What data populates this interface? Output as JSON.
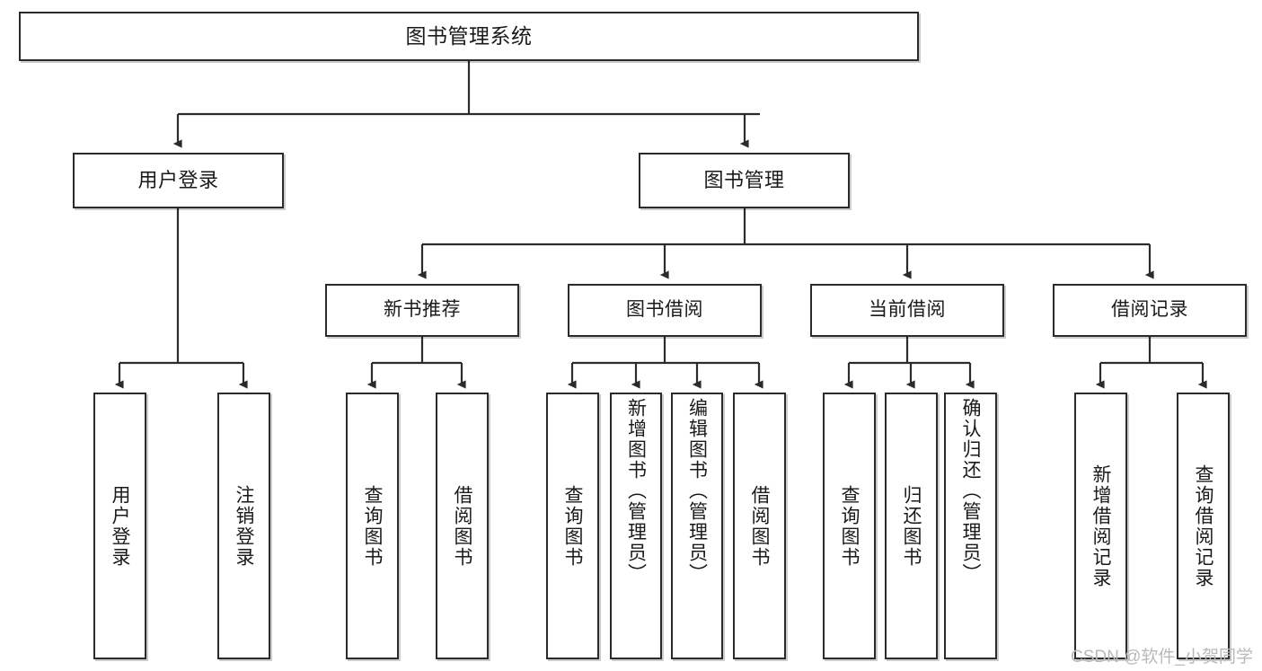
{
  "diagram": {
    "title": "图书管理系统",
    "type": "tree",
    "watermark": "CSDN @软件_小贺同学",
    "colors": {
      "box_border": "#2b2b2b",
      "box_fill": "#ffffff",
      "line": "#2b2b2b",
      "text": "#1a1a1a",
      "watermark": "#b9b9b9"
    },
    "nodes": {
      "root": {
        "label": "图书管理系统",
        "level": 1,
        "orientation": "horizontal"
      },
      "l2": [
        {
          "id": "user-login",
          "label": "用户登录",
          "level": 2,
          "orientation": "horizontal"
        },
        {
          "id": "book-manage",
          "label": "图书管理",
          "level": 2,
          "orientation": "horizontal"
        }
      ],
      "l3": [
        {
          "id": "new-book-recommend",
          "label": "新书推荐",
          "level": 3,
          "orientation": "horizontal"
        },
        {
          "id": "book-borrow",
          "label": "图书借阅",
          "level": 3,
          "orientation": "horizontal"
        },
        {
          "id": "current-borrow",
          "label": "当前借阅",
          "level": 3,
          "orientation": "horizontal"
        },
        {
          "id": "borrow-record",
          "label": "借阅记录",
          "level": 3,
          "orientation": "horizontal"
        }
      ],
      "leaves": [
        {
          "id": "leaf-user-login",
          "label": "用户登录",
          "parent": "user-login",
          "orientation": "vertical"
        },
        {
          "id": "leaf-logout",
          "label": "注销登录",
          "parent": "user-login",
          "orientation": "vertical"
        },
        {
          "id": "leaf-query-book-rec",
          "label": "查询图书",
          "parent": "new-book-recommend",
          "orientation": "vertical"
        },
        {
          "id": "leaf-borrow-book-rec",
          "label": "借阅图书",
          "parent": "new-book-recommend",
          "orientation": "vertical"
        },
        {
          "id": "leaf-query-book-borrow",
          "label": "查询图书",
          "parent": "book-borrow",
          "orientation": "vertical"
        },
        {
          "id": "leaf-add-book-admin",
          "label": "新增图书（管理员）",
          "parent": "book-borrow",
          "orientation": "vertical"
        },
        {
          "id": "leaf-edit-book-admin",
          "label": "编辑图书（管理员）",
          "parent": "book-borrow",
          "orientation": "vertical"
        },
        {
          "id": "leaf-borrow-book",
          "label": "借阅图书",
          "parent": "book-borrow",
          "orientation": "vertical"
        },
        {
          "id": "leaf-query-book-current",
          "label": "查询图书",
          "parent": "current-borrow",
          "orientation": "vertical"
        },
        {
          "id": "leaf-return-book",
          "label": "归还图书",
          "parent": "current-borrow",
          "orientation": "vertical"
        },
        {
          "id": "leaf-confirm-return-admin",
          "label": "确认归还（管理员）",
          "parent": "current-borrow",
          "orientation": "vertical"
        },
        {
          "id": "leaf-add-borrow-record",
          "label": "新增借阅记录",
          "parent": "borrow-record",
          "orientation": "vertical"
        },
        {
          "id": "leaf-query-borrow-record",
          "label": "查询借阅记录",
          "parent": "borrow-record",
          "orientation": "vertical"
        }
      ]
    }
  }
}
